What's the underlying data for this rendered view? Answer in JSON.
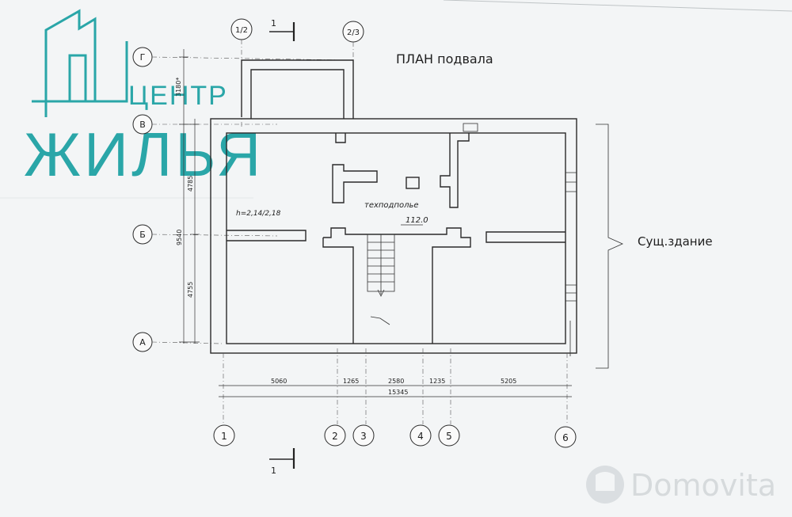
{
  "plan_title": "ПЛАН  подвала",
  "existing_building_label": "Сущ.здание",
  "room_label": "техподполье",
  "room_area": "112.0",
  "height_note": "h=2,14/2,18",
  "section_mark": "1",
  "logo": {
    "line1": "ЦЕНТР",
    "line2": "ЖИЛЬЯ",
    "color": "#2aa6a8"
  },
  "watermark": "Domovita",
  "grid_axes_top": [
    "1/2",
    "2/3"
  ],
  "grid_axes_rows": [
    "Г",
    "В",
    "Б",
    "А"
  ],
  "grid_axes_cols": [
    "1",
    "2",
    "3",
    "4",
    "5",
    "6"
  ],
  "row_dimensions": [
    "3180*",
    "4785",
    "9540",
    "4755"
  ],
  "col_dimensions": [
    "5060",
    "1265",
    "2580",
    "1235",
    "5205"
  ],
  "total_dimension": "15345"
}
